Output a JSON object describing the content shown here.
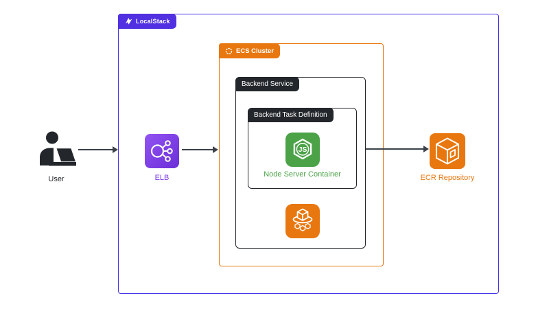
{
  "diagram": {
    "containers": {
      "localstack": {
        "label": "LocalStack"
      },
      "ecs_cluster": {
        "label": "ECS Cluster"
      },
      "backend_service": {
        "label": "Backend Service"
      },
      "backend_task_definition": {
        "label": "Backend Task Definition"
      }
    },
    "nodes": {
      "user": {
        "label": "User",
        "icon": "person-at-laptop-icon"
      },
      "elb": {
        "label": "ELB",
        "icon": "load-balancer-icon"
      },
      "node_server_container": {
        "label": "Node Server Container",
        "icon": "nodejs-hexagon-icon",
        "icon_text": "JS"
      },
      "ecs_service": {
        "icon": "ecs-cube-ring-icon"
      },
      "ecr_repository": {
        "label": "ECR Repository",
        "icon": "ecr-cube-icon"
      }
    },
    "edges": [
      {
        "from": "user",
        "to": "localstack"
      },
      {
        "from": "elb",
        "to": "ecs_cluster"
      },
      {
        "from": "backend_service",
        "to": "ecr_repository"
      }
    ],
    "colors": {
      "localstack_border_purple": "#4331E4",
      "localstack_tab_purple": "#5130E2",
      "aws_orange": "#E8770F",
      "dark": "#23272B",
      "node_green": "#4BA247",
      "elb_label_purple": "#7B3BE3",
      "elb_gradient_start": "#9254F2",
      "elb_gradient_end": "#6B2ED8",
      "arrow": "#3C4149",
      "background": "#FFFFFF"
    }
  }
}
